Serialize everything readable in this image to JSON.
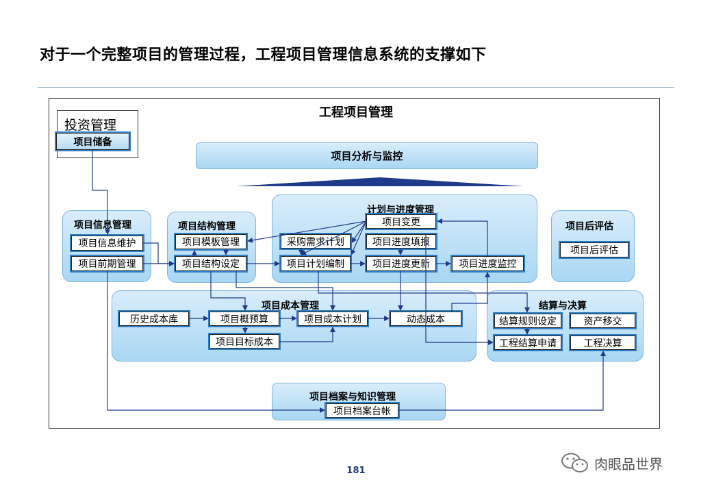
{
  "slide_title": "对于一个完整项目的管理过程，工程项目管理信息系统的支撑如下",
  "main_title": "工程项目管理",
  "invest": {
    "title": "投资管理",
    "reserve": "项目储备"
  },
  "analysis": "项目分析与监控",
  "info": {
    "title": "项目信息管理",
    "maintain": "项目信息维护",
    "early": "项目前期管理"
  },
  "structure": {
    "title": "项目结构管理",
    "template": "项目模板管理",
    "setting": "项目结构设定"
  },
  "plan": {
    "title": "计划与进度管理",
    "change": "项目变更",
    "purchase": "采购需求计划",
    "fill": "项目进度填报",
    "compile": "项目计划编制",
    "update": "项目进度更新",
    "monitor": "项目进度监控"
  },
  "post": {
    "title": "项目后评估",
    "item": "项目后评估"
  },
  "cost": {
    "title": "项目成本管理",
    "history": "历史成本库",
    "budget": "项目概预算",
    "plan": "项目成本计划",
    "dynamic": "动态成本",
    "target": "项目目标成本"
  },
  "settle": {
    "title": "结算与决算",
    "rule": "结算规则设定",
    "transfer": "资产移交",
    "apply": "工程结算申请",
    "final": "工程决算"
  },
  "archive": {
    "title": "项目档案与知识管理",
    "ledger": "项目档案台帐"
  },
  "page_number": "181",
  "brand": "肉眼品世界",
  "colors": {
    "arrow": "#1f3a8a",
    "node_border": "#2f7fc6",
    "panel_top": "#d9edfb",
    "panel_bottom": "#a9d7f3"
  },
  "icons": {
    "brand_icon": "wechat-icon"
  }
}
